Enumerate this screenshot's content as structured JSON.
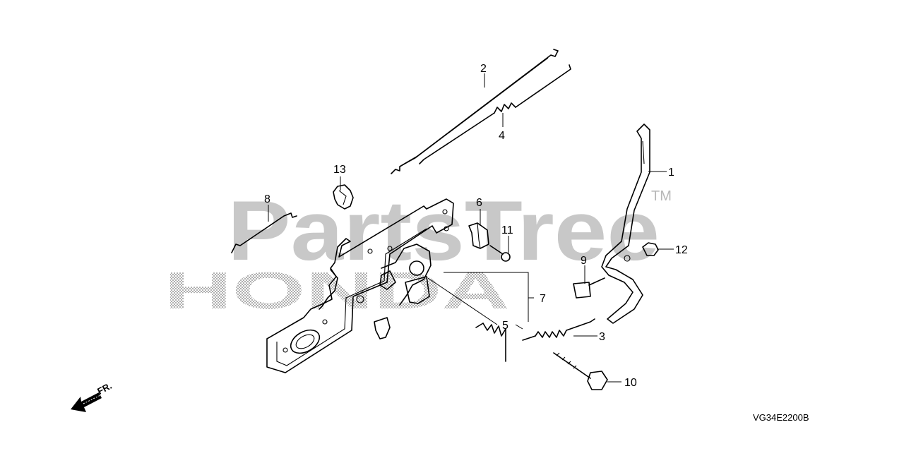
{
  "diagram": {
    "figure_code": "VG34E2200B",
    "direction_label": "FR.",
    "watermark": {
      "brand": "PartsTree",
      "trademark": "TM",
      "maker": "HONDA"
    },
    "callouts": [
      "1",
      "2",
      "3",
      "4",
      "5",
      "6",
      "7",
      "8",
      "9",
      "10",
      "11",
      "12",
      "13"
    ]
  },
  "colors": {
    "watermark": "#c8c8c8",
    "line": "#000000",
    "background": "#ffffff"
  }
}
